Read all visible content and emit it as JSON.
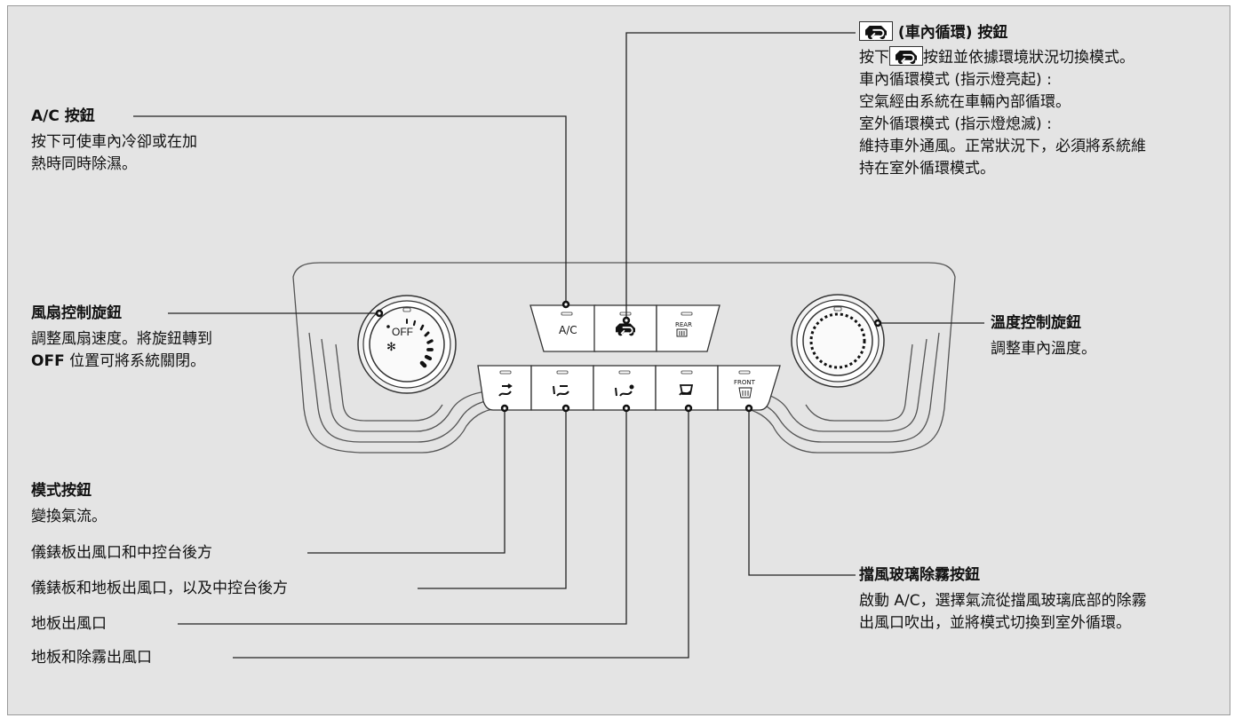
{
  "ac_button": {
    "title": "A/C 按鈕",
    "lines": [
      "按下可使車內冷卻或在加",
      "熱時同時除濕。"
    ]
  },
  "recirc_button": {
    "title": "(車內循環) 按鈕",
    "icon": "recirculation-car-icon",
    "lines": [
      {
        "before": "按下",
        "after": "按鈕並依據環境狀況切換模式。",
        "has_icon": true
      },
      {
        "text": "車內循環模式 (指示燈亮起) :"
      },
      {
        "text": "空氣經由系統在車輛內部循環。"
      },
      {
        "text": "室外循環模式 (指示燈熄滅) :"
      },
      {
        "text": "維持車外通風。正常狀況下，必須將系統維"
      },
      {
        "text": "持在室外循環模式。"
      }
    ]
  },
  "fan_knob": {
    "title": "風扇控制旋鈕",
    "line1": "調整風扇速度。將旋鈕轉到",
    "line2_bold": "OFF",
    "line2_rest": " 位置可將系統關閉。"
  },
  "temp_knob": {
    "title": "溫度控制旋鈕",
    "line": "調整車內溫度。"
  },
  "mode_buttons": {
    "title": "模式按鈕",
    "subtitle": "變換氣流。",
    "items": [
      "儀錶板出風口和中控台後方",
      "儀錶板和地板出風口，以及中控台後方",
      "地板出風口",
      "地板和除霧出風口"
    ]
  },
  "defrost_button": {
    "title": "擋風玻璃除霧按鈕",
    "lines": [
      "啟動 A/C，選擇氣流從擋風玻璃底部的除霧",
      "出風口吹出，並將模式切換到室外循環。"
    ]
  },
  "panel": {
    "ac_label": "A/C",
    "rear_label": "REAR",
    "front_label": "FRONT",
    "off_label": "OFF"
  },
  "colors": {
    "background": "#e4e4e4",
    "button_fill": "#ffffff",
    "line": "#222222"
  }
}
